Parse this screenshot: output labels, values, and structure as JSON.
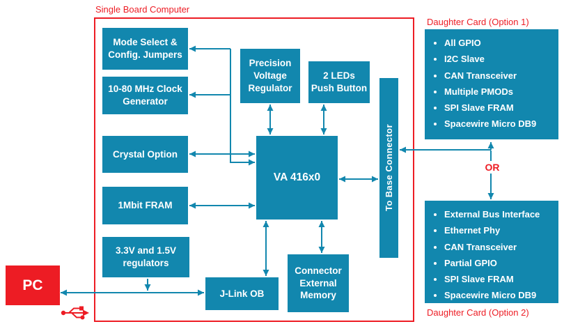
{
  "colors": {
    "teal": "#1287AE",
    "red": "#ED1C24"
  },
  "icons": {
    "usb": "usb-icon"
  },
  "pc": {
    "label": "PC"
  },
  "sbc": {
    "title": "Single Board Computer",
    "blocks": {
      "mode_select": "Mode Select &\nConfig. Jumpers",
      "clock_generator": "10-80 MHz Clock\nGenerator",
      "crystal_option": "Crystal Option",
      "fram": "1Mbit FRAM",
      "regulators": "3.3V and 1.5V\nregulators",
      "precision_voltage_regulator": "Precision\nVoltage\nRegulator",
      "leds_push_button": "2 LEDs\nPush Button",
      "mcu": "VA 416x0",
      "connector_external_memory": "Connector\nExternal\nMemory",
      "jlink": "J-Link OB",
      "base_connector": "To Base Connector"
    }
  },
  "daughter_card_1": {
    "title": "Daughter Card (Option 1)",
    "items": [
      "All GPIO",
      "I2C Slave",
      "CAN Transceiver",
      "Multiple PMODs",
      "SPI Slave FRAM",
      "Spacewire Micro DB9"
    ]
  },
  "or_label": "OR",
  "daughter_card_2": {
    "title": "Daughter Card (Option 2)",
    "items": [
      "External Bus Interface",
      "Ethernet Phy",
      "CAN Transceiver",
      "Partial GPIO",
      "SPI Slave FRAM",
      "Spacewire Micro DB9"
    ]
  }
}
